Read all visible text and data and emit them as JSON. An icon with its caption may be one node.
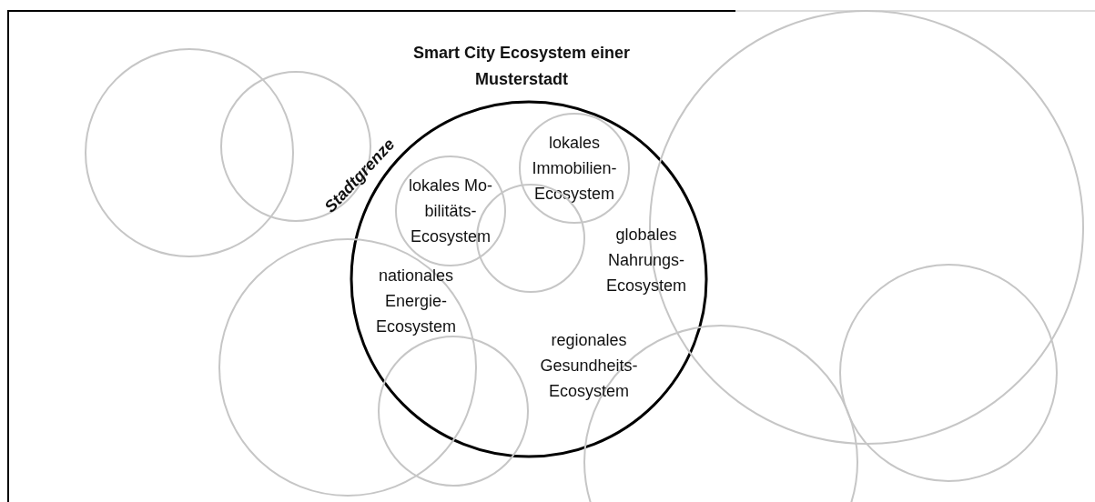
{
  "diagram": {
    "title": "Smart City Ecosystem einer Musterstadt",
    "nodes": [
      {
        "text": [],
        "shape": "circle"
      },
      {
        "text": [],
        "shape": "circle"
      },
      {
        "text": [],
        "shape": "circle",
        "beside": [
          "Stadtgrenze"
        ]
      },
      {
        "text": [
          "lokales Mo- bilitäts- Ecosystem"
        ],
        "in": 2
      },
      {
        "text": [
          "lokales Immobilien- Ecosystem"
        ],
        "in": 2
      },
      {
        "text": [],
        "shape": "circle",
        "in": 2
      },
      {
        "text": [],
        "shape": "circle"
      },
      {
        "text": [],
        "shape": "circle"
      },
      {
        "text": [],
        "shape": "circle"
      },
      {
        "text": [],
        "shape": "circle"
      },
      {
        "text": [],
        "shape": "circle"
      }
    ],
    "labels": [
      "globales Nahrungs- Ecosystem",
      "nationales Energie- Ecosystem",
      "regionales Gesundheits- Ecosystem"
    ]
  }
}
